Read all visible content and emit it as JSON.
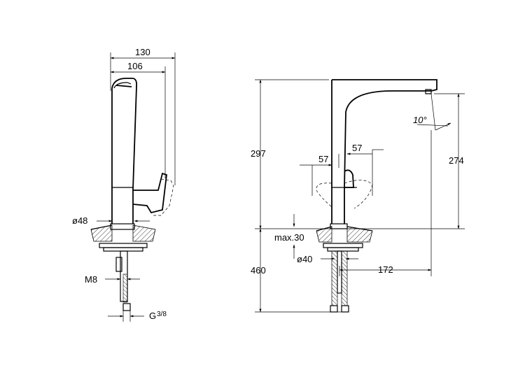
{
  "dimensions": {
    "side_width_overall": "130",
    "side_width_spout": "106",
    "base_diameter": "ø48",
    "thread_m": "M8",
    "inlet_thread": "G",
    "inlet_fraction": "3/8",
    "height_overall": "297",
    "height_spout_outlet": "274",
    "lever_swing_left": "57",
    "lever_swing_right": "57",
    "spout_angle": "10°",
    "max_deck_thickness": "max.30",
    "hole_diameter": "ø40",
    "spout_reach": "172",
    "hose_length": "460"
  },
  "colors": {
    "line": "#000000",
    "background": "#ffffff",
    "hatch": "#000000"
  }
}
